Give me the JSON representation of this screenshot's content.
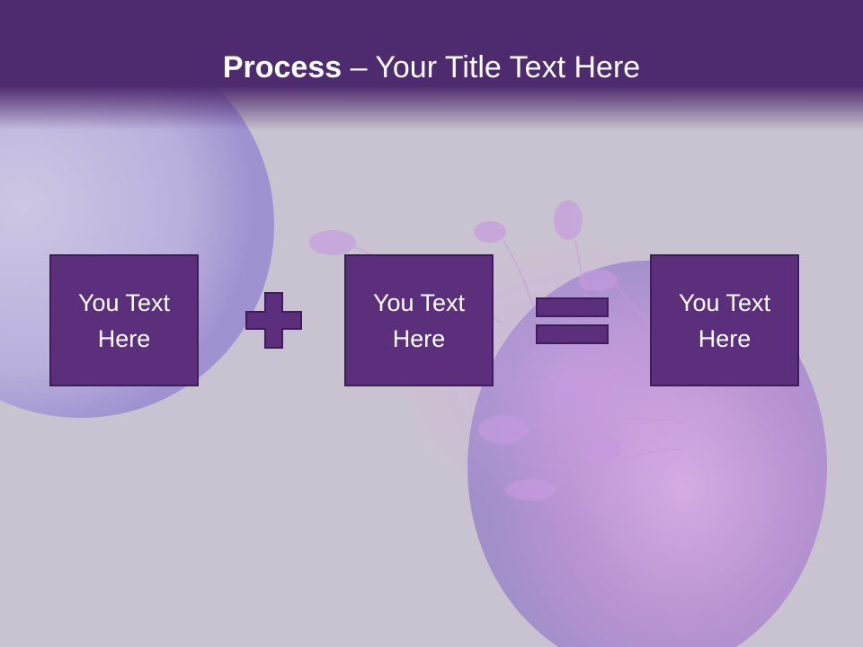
{
  "slide": {
    "title_bold": "Process",
    "title_rest": " – Your Title Text Here"
  },
  "process": {
    "items": [
      {
        "text": "You Text Here"
      },
      {
        "text": "You Text Here"
      },
      {
        "text": "You Text Here"
      }
    ],
    "operators": [
      "plus-icon",
      "equals-icon"
    ]
  },
  "colors": {
    "header": "#4e2a6e",
    "box_fill": "#5c2f7d",
    "box_border": "#3f1c5a",
    "background": "#c9c2d0"
  }
}
